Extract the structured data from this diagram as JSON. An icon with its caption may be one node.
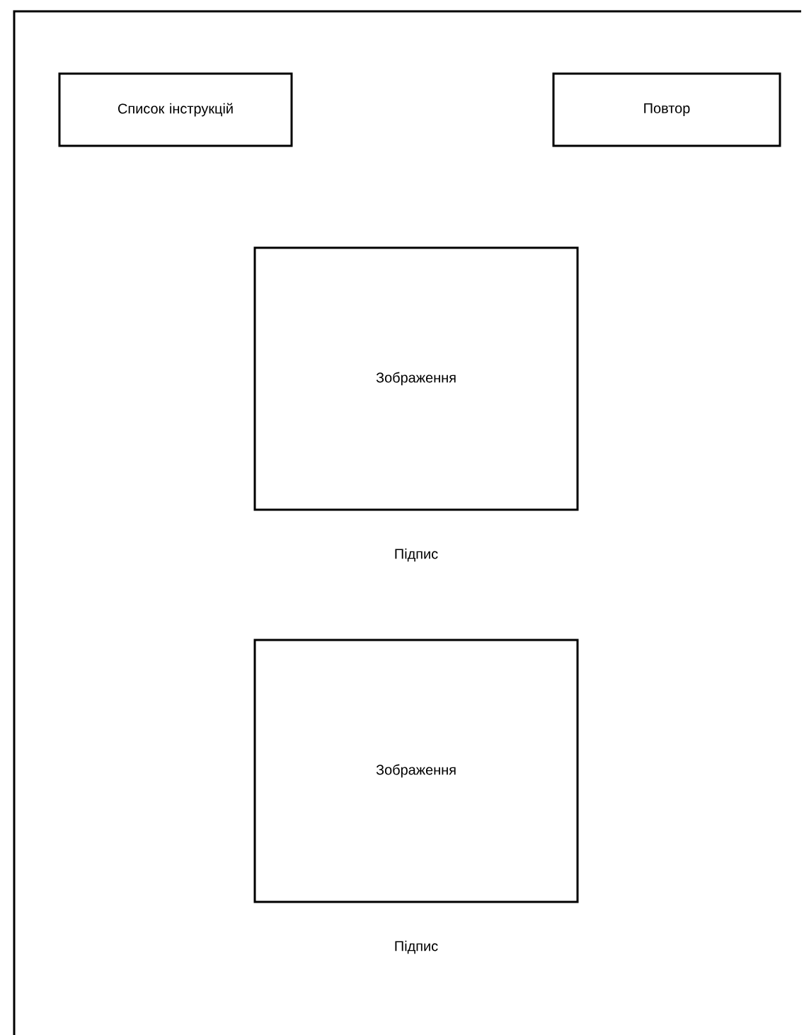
{
  "diagram": {
    "nodes": [
      {
        "text": [
          "Список інструкцій"
        ]
      },
      {
        "text": [
          "Повтор"
        ]
      },
      {
        "text": [
          "Зображення"
        ],
        "beside": [
          "Підпис"
        ]
      },
      {
        "text": [
          "Зображення"
        ],
        "beside": [
          "Підпис"
        ]
      }
    ]
  }
}
